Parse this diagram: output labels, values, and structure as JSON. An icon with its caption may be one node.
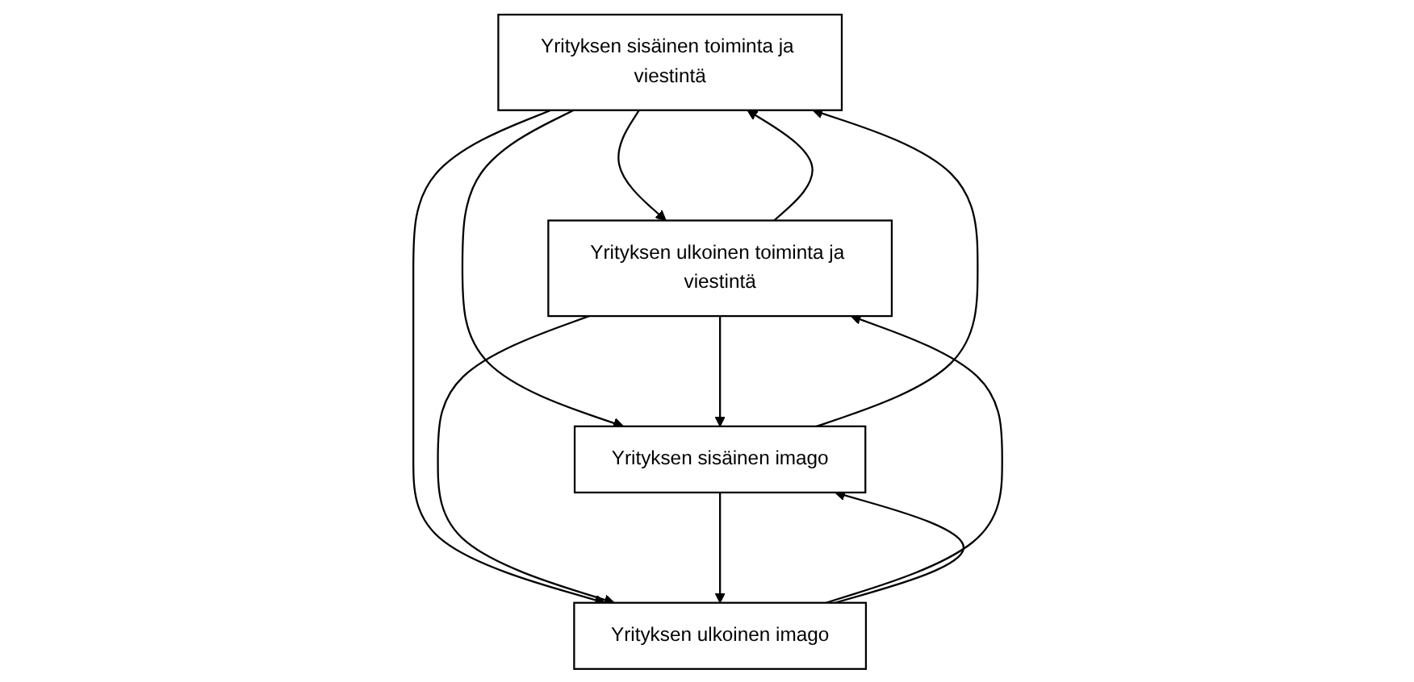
{
  "diagram": {
    "nodes": [
      {
        "text": [
          "Yrityksen sisäinen toiminta ja viestintä"
        ]
      },
      {
        "text": [
          "Yrityksen ulkoinen toiminta ja viestintä"
        ]
      },
      {
        "text": [
          "Yrityksen sisäinen imago"
        ]
      },
      {
        "text": [
          "Yrityksen ulkoinen imago"
        ]
      }
    ],
    "edges": [
      {
        "from": 0,
        "to": 1,
        "arrow": "to"
      },
      {
        "from": 1,
        "to": 0,
        "arrow": "to"
      },
      {
        "from": 0,
        "to": 2,
        "arrow": "to"
      },
      {
        "from": 1,
        "to": 2,
        "arrow": "to"
      },
      {
        "from": 0,
        "to": 3,
        "arrow": "to"
      },
      {
        "from": 1,
        "to": 3,
        "arrow": "to"
      },
      {
        "from": 2,
        "to": 0,
        "arrow": "to"
      },
      {
        "from": 3,
        "to": 1,
        "arrow": "to"
      },
      {
        "from": 2,
        "to": 3,
        "arrow": "to"
      },
      {
        "from": 3,
        "to": 2,
        "arrow": "to"
      }
    ]
  }
}
